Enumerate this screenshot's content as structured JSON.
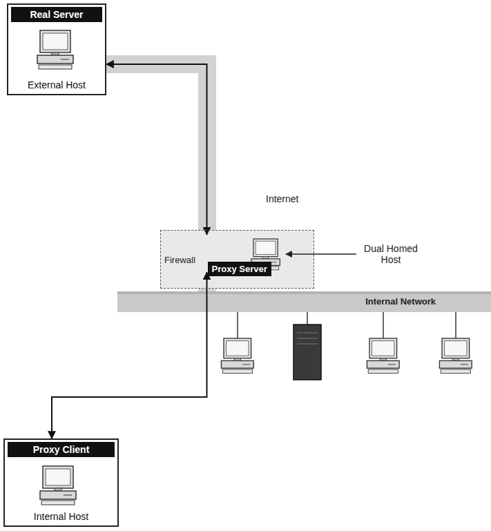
{
  "diagram": {
    "nodes": [
      {
        "text": [
          "Real Server",
          "External Host"
        ]
      },
      {
        "text": [
          "Firewall"
        ]
      },
      {
        "text": [
          "Proxy Server"
        ],
        "in": 1
      },
      {
        "text": [
          "Internal Network"
        ]
      },
      {
        "text": [
          "Proxy Client",
          "Internal Host"
        ]
      }
    ],
    "edges": [
      {
        "from": 4,
        "to": 2,
        "arrow": "both"
      },
      {
        "from": 2,
        "to": 0,
        "arrow": "both"
      }
    ],
    "labels": [
      "Internet",
      "Dual Homed Host"
    ]
  }
}
